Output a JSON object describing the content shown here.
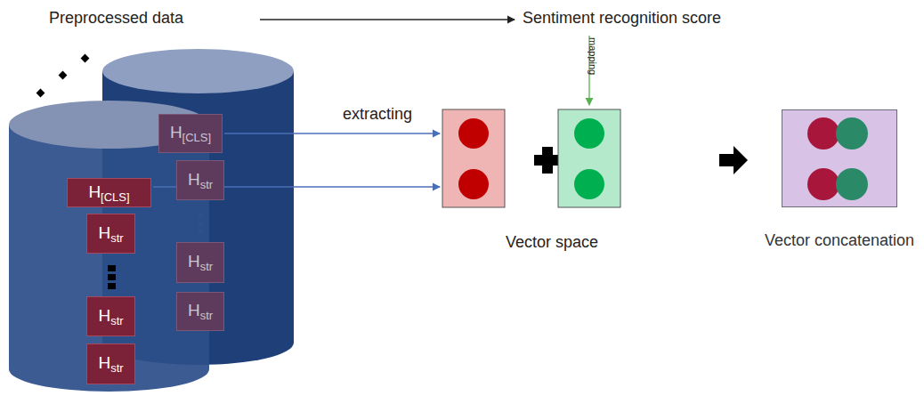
{
  "diagram": {
    "nodes": [
      {
        "text": [
          "H[CLS]"
        ]
      },
      {
        "text": [
          "Hstr"
        ]
      },
      {
        "text": [
          "Hstr"
        ]
      },
      {
        "text": [
          "Hstr"
        ]
      },
      {
        "text": [
          "H[CLS]"
        ]
      },
      {
        "text": [
          "Hstr"
        ]
      },
      {
        "text": [
          "Hstr"
        ]
      },
      {
        "text": [
          "Hstr"
        ]
      },
      {
        "text": [
          "Vector concatenation"
        ]
      }
    ],
    "labels": [
      "Preprocessed data",
      "Sentiment recognition score",
      "mapping",
      "extracting",
      "Vector space"
    ]
  }
}
